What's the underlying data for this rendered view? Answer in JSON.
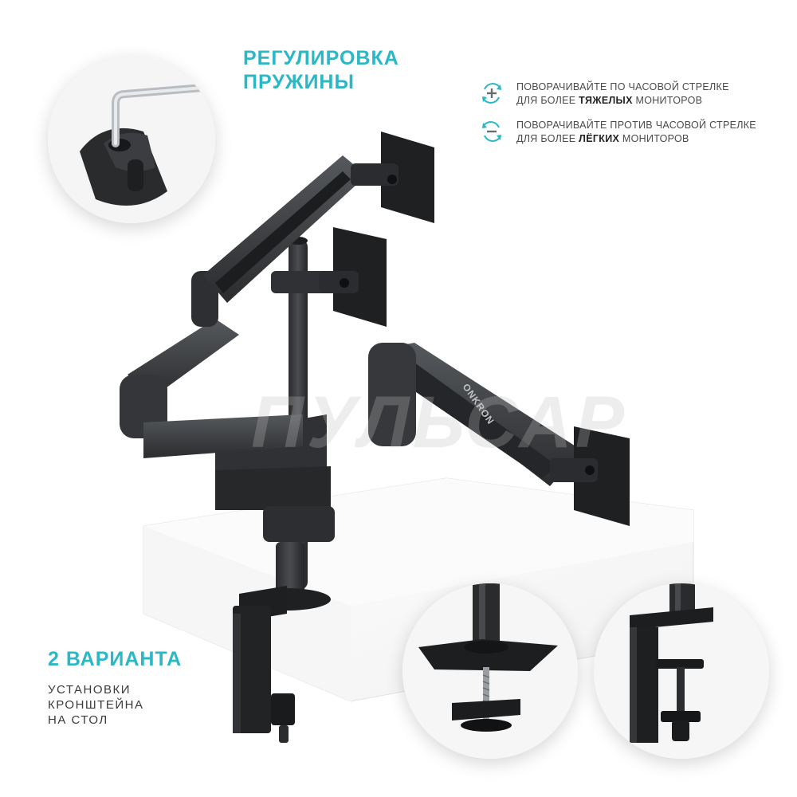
{
  "spring": {
    "title_line1": "РЕГУЛИРОВКА",
    "title_line2": "ПРУЖИНЫ"
  },
  "tips": [
    {
      "icon": "rotate-clockwise-plus-icon",
      "line1": "ПОВОРАЧИВАЙТЕ ПО ЧАСОВОЙ СТРЕЛКЕ",
      "line2_prefix": "ДЛЯ БОЛЕЕ ",
      "line2_bold": "ТЯЖЕЛЫХ",
      "line2_suffix": " МОНИТОРОВ"
    },
    {
      "icon": "rotate-counterclockwise-minus-icon",
      "line1": "ПОВОРАЧИВАЙТЕ ПРОТИВ ЧАСОВОЙ СТРЕЛКЕ",
      "line2_prefix": "ДЛЯ БОЛЕЕ ",
      "line2_bold": "ЛЁГКИХ",
      "line2_suffix": " МОНИТОРОВ"
    }
  ],
  "variants": {
    "title": "2 ВАРИАНТА",
    "sub_line1": "УСТАНОВКИ",
    "sub_line2": "КРОНШТЕЙНА",
    "sub_line3": "НА СТОЛ"
  },
  "product": {
    "arm_brand": "ONKRON"
  },
  "watermark": "ПУЛЬСАР",
  "colors": {
    "accent": "#2bb7c4",
    "metal_dark": "#2a2b2d",
    "metal_mid": "#3d3f42",
    "metal_light": "#5a5d61"
  }
}
